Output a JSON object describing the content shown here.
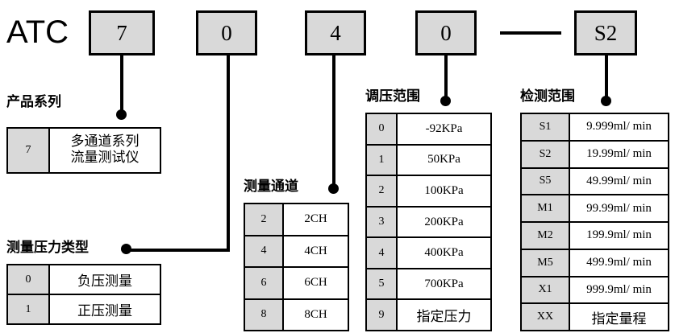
{
  "title_code": {
    "brand": "ATC",
    "segments": [
      {
        "name": "series",
        "value": "7"
      },
      {
        "name": "pressure-type",
        "value": "0"
      },
      {
        "name": "channels",
        "value": "4"
      },
      {
        "name": "pressure-range",
        "value": "0"
      },
      {
        "name": "separator",
        "value": "—"
      },
      {
        "name": "detection-range",
        "value": "S2"
      }
    ]
  },
  "groups": {
    "product_series": {
      "caption": "产品系列",
      "rows": [
        {
          "code": "7",
          "value_line1": "多通道系列",
          "value_line2": "流量测试仪"
        }
      ]
    },
    "pressure_type": {
      "caption": "测量压力类型",
      "rows": [
        {
          "code": "0",
          "value": "负压测量"
        },
        {
          "code": "1",
          "value": "正压测量"
        }
      ]
    },
    "channels": {
      "caption": "测量通道",
      "rows": [
        {
          "code": "2",
          "value": "2CH"
        },
        {
          "code": "4",
          "value": "4CH"
        },
        {
          "code": "6",
          "value": "6CH"
        },
        {
          "code": "8",
          "value": "8CH"
        }
      ]
    },
    "pressure_range": {
      "caption": "调压范围",
      "rows": [
        {
          "code": "0",
          "value": "-92KPa"
        },
        {
          "code": "1",
          "value": "50KPa"
        },
        {
          "code": "2",
          "value": "100KPa"
        },
        {
          "code": "3",
          "value": "200KPa"
        },
        {
          "code": "4",
          "value": "400KPa"
        },
        {
          "code": "5",
          "value": "700KPa"
        },
        {
          "code": "9",
          "value": "指定压力"
        }
      ]
    },
    "detection_range": {
      "caption": "检测范围",
      "rows": [
        {
          "code": "S1",
          "value": "9.999ml/ min"
        },
        {
          "code": "S2",
          "value": "19.99ml/ min"
        },
        {
          "code": "S5",
          "value": "49.99ml/ min"
        },
        {
          "code": "M1",
          "value": "99.99ml/ min"
        },
        {
          "code": "M2",
          "value": "199.9ml/ min"
        },
        {
          "code": "M5",
          "value": "499.9ml/ min"
        },
        {
          "code": "X1",
          "value": "999.9ml/ min"
        },
        {
          "code": "XX",
          "value": "指定量程"
        }
      ]
    }
  },
  "colors": {
    "code_cell_fill": "#d9d9d9",
    "line": "#000000",
    "background": "#ffffff"
  }
}
